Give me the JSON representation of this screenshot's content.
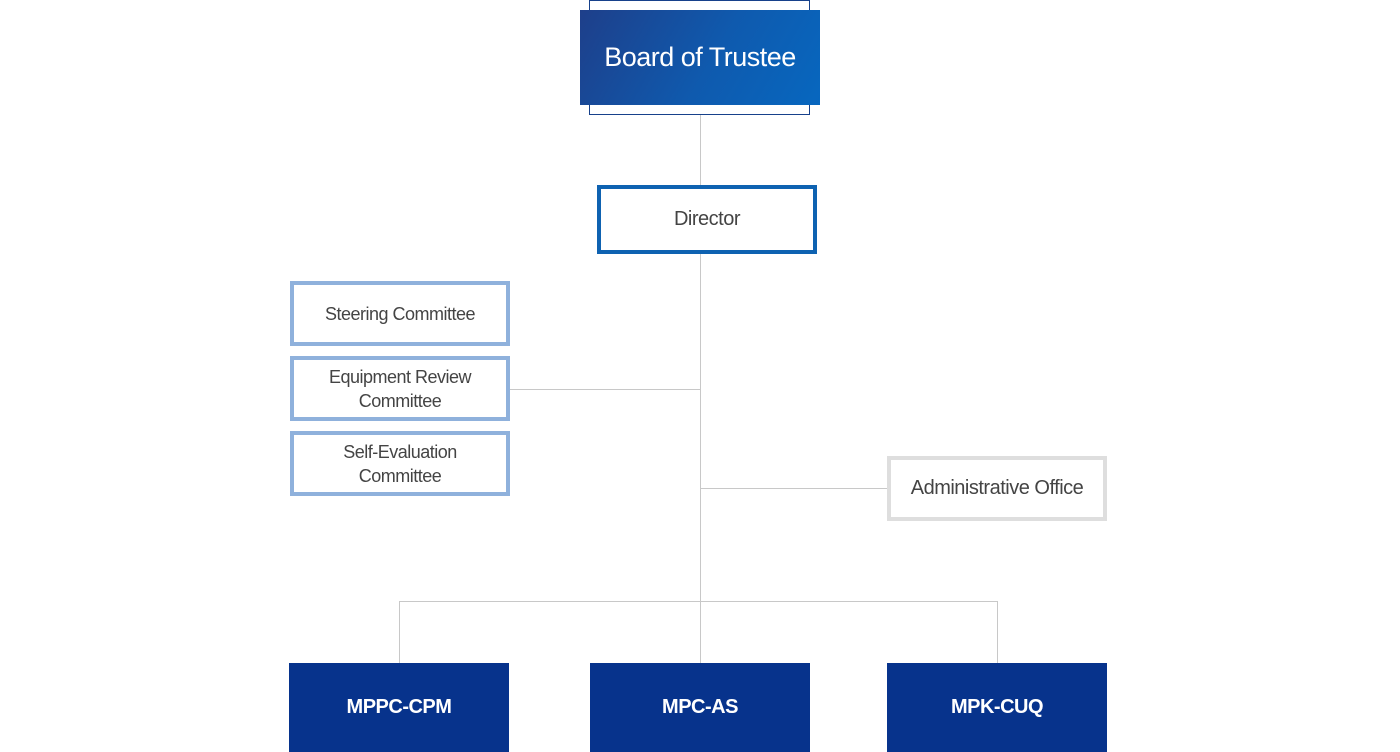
{
  "chart": {
    "top": "Board of Trustee",
    "director": "Director",
    "committees": [
      "Steering Committee",
      "Equipment Review Committee",
      "Self-Evaluation Committee"
    ],
    "administrative": "Administrative Office",
    "units": [
      "MPPC-CPM",
      "MPC-AS",
      "MPK-CUQ"
    ]
  },
  "colors": {
    "board_gradient_start": "#1e3f8a",
    "board_gradient_end": "#0767bf",
    "director_border": "#0e62b1",
    "committee_border": "#8fb1dc",
    "admin_border": "#dedede",
    "unit_fill": "#07338c",
    "connector": "#c8c8c8"
  }
}
